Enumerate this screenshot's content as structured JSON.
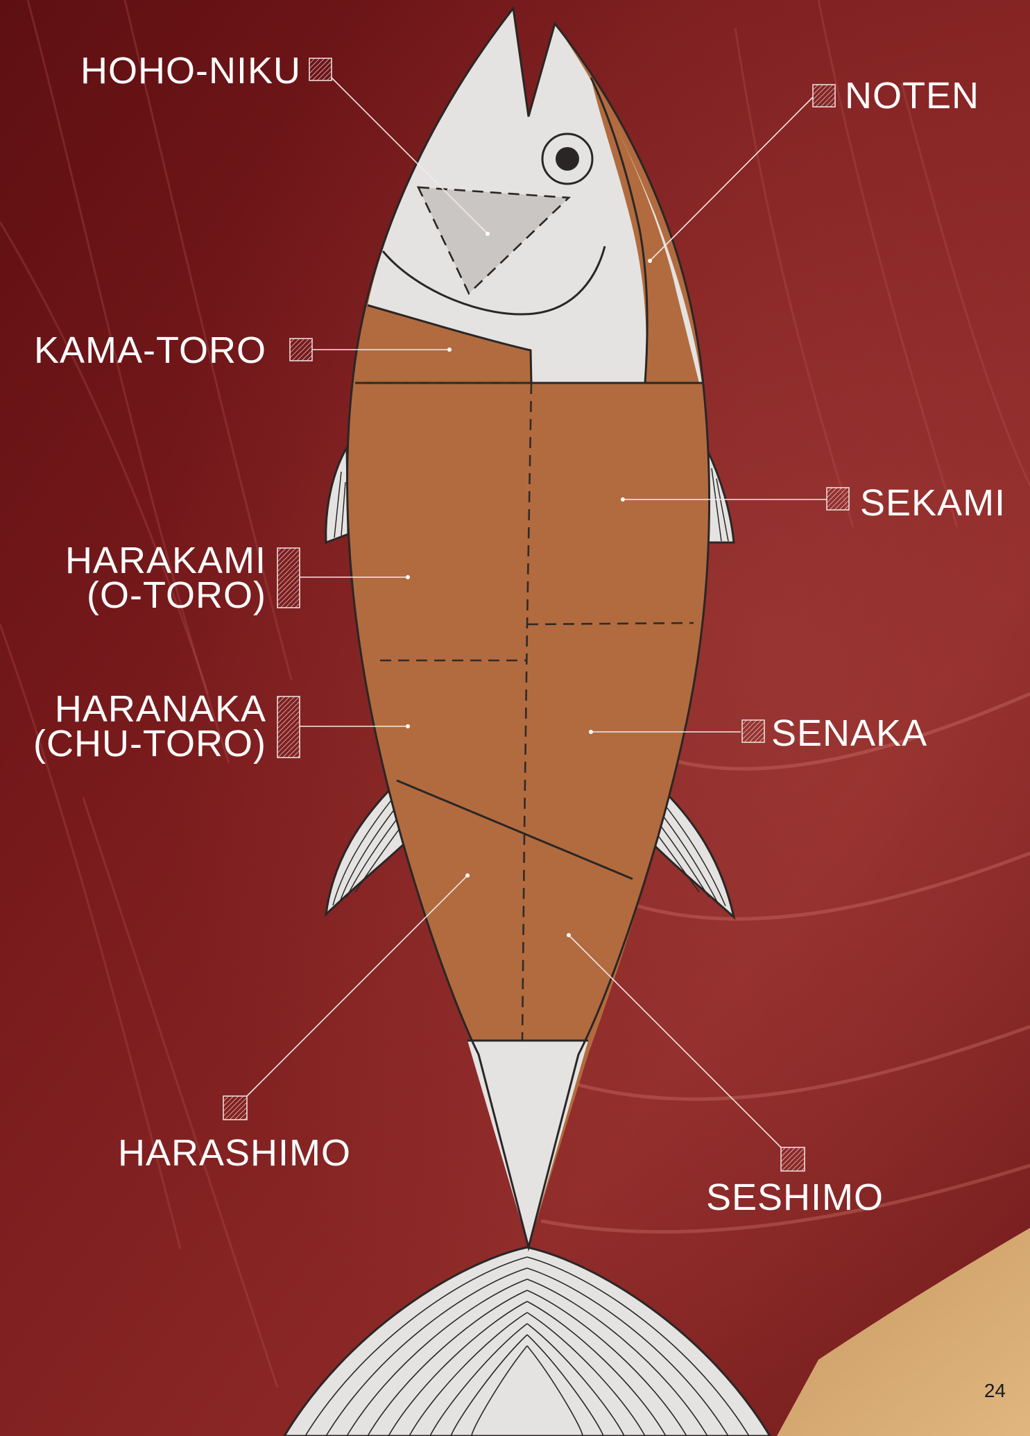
{
  "labels": {
    "hoho_niku": "HOHO-NIKU",
    "noten": "NOTEN",
    "kama_toro": "KAMA-TORO",
    "sekami": "SEKAMI",
    "harakami_1": "HARAKAMI",
    "harakami_2": "(O-TORO)",
    "haranaka_1": "HARANAKA",
    "haranaka_2": "(CHU-TORO)",
    "senaka": "SENAKA",
    "harashimo": "HARASHIMO",
    "seshimo": "SESHIMO"
  },
  "page_number": "24",
  "colors": {
    "meat_cut": "#b26b3e",
    "fish_skin": "#e4e3e1",
    "outline": "#2a2626",
    "background_tuna": "#7a1a1a",
    "label_text": "#ffffff"
  }
}
